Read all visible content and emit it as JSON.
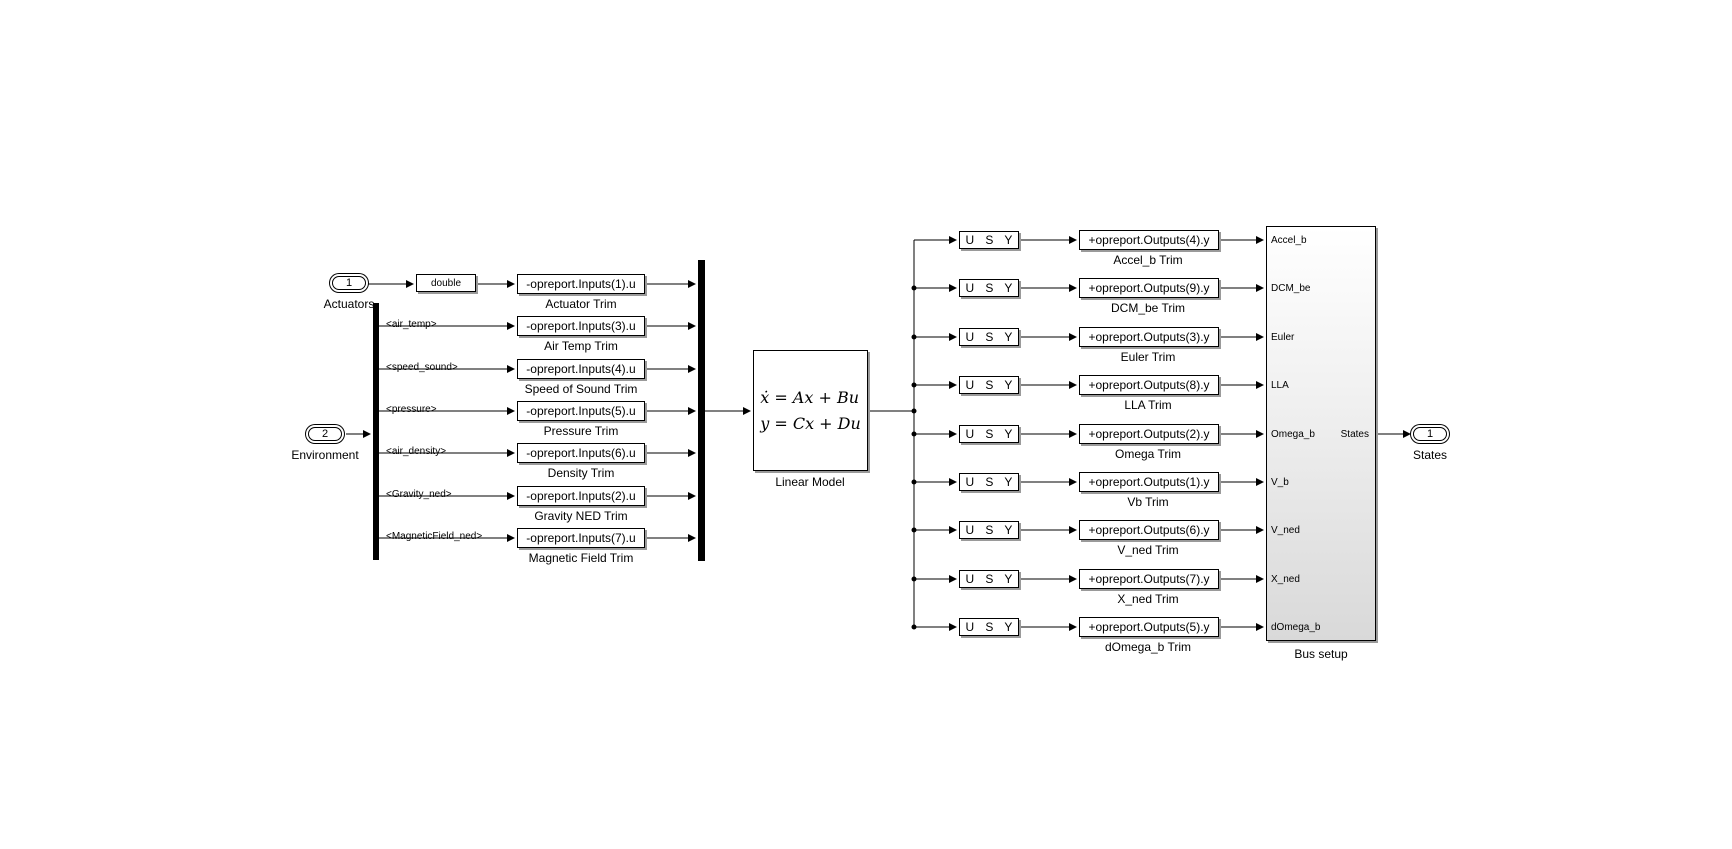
{
  "inports": [
    {
      "number": "1",
      "label": "Actuators"
    },
    {
      "number": "2",
      "label": "Environment"
    }
  ],
  "outport": {
    "number": "1",
    "label": "States"
  },
  "conversion": {
    "label": "double"
  },
  "input_trims": [
    {
      "expr": "-opreport.Inputs(1).u",
      "label": "Actuator Trim",
      "signal": ""
    },
    {
      "expr": "-opreport.Inputs(3).u",
      "label": "Air Temp Trim",
      "signal": "<air_temp>"
    },
    {
      "expr": "-opreport.Inputs(4).u",
      "label": "Speed of Sound Trim",
      "signal": "<speed_sound>"
    },
    {
      "expr": "-opreport.Inputs(5).u",
      "label": "Pressure Trim",
      "signal": "<pressure>"
    },
    {
      "expr": "-opreport.Inputs(6).u",
      "label": "Density Trim",
      "signal": "<air_density>"
    },
    {
      "expr": "-opreport.Inputs(2).u",
      "label": "Gravity NED Trim",
      "signal": "<Gravity_ned>"
    },
    {
      "expr": "-opreport.Inputs(7).u",
      "label": "Magnetic Field Trim",
      "signal": "<MagneticField_ned>"
    }
  ],
  "linear_model": {
    "eq1": "ẋ = Ax + Bu",
    "eq2": "y = Cx + Du",
    "label": "Linear Model"
  },
  "selector": {
    "u": "U",
    "s": "S",
    "y": "Y"
  },
  "output_trims": [
    {
      "expr": "+opreport.Outputs(4).y",
      "label": "Accel_b Trim",
      "port": "Accel_b"
    },
    {
      "expr": "+opreport.Outputs(9).y",
      "label": "DCM_be Trim",
      "port": "DCM_be"
    },
    {
      "expr": "+opreport.Outputs(3).y",
      "label": "Euler Trim",
      "port": "Euler"
    },
    {
      "expr": "+opreport.Outputs(8).y",
      "label": "LLA Trim",
      "port": "LLA"
    },
    {
      "expr": "+opreport.Outputs(2).y",
      "label": "Omega Trim",
      "port": "Omega_b"
    },
    {
      "expr": "+opreport.Outputs(1).y",
      "label": "Vb Trim",
      "port": "V_b"
    },
    {
      "expr": "+opreport.Outputs(6).y",
      "label": "V_ned Trim",
      "port": "V_ned"
    },
    {
      "expr": "+opreport.Outputs(7).y",
      "label": "X_ned Trim",
      "port": "X_ned"
    },
    {
      "expr": "+opreport.Outputs(5).y",
      "label": "dOmega_b Trim",
      "port": "dOmega_b"
    }
  ],
  "bus": {
    "label": "Bus setup",
    "out_port": "States"
  }
}
